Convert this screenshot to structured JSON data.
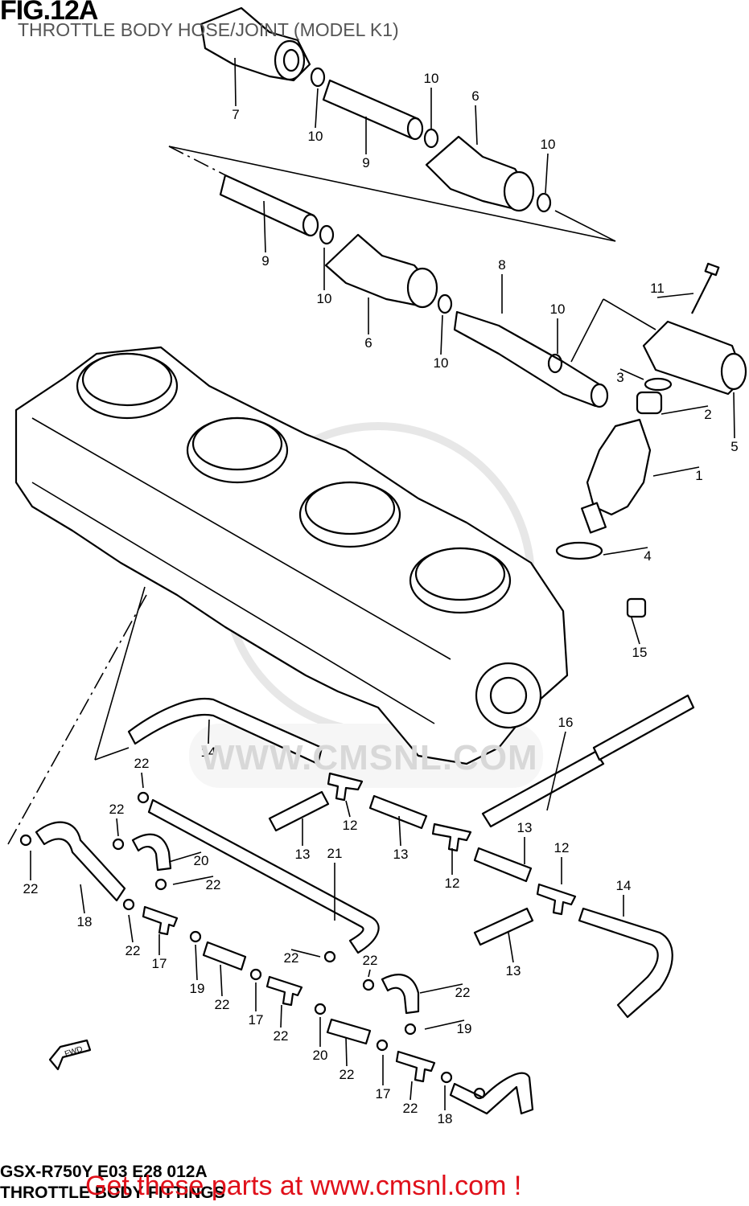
{
  "header": {
    "fig": "FIG.12A",
    "subtitle": "THROTTLE BODY HOSE/JOINT (MODEL K1)"
  },
  "footer": {
    "code": "GSX-R750Y E03 E28 012A",
    "name": "THROTTLE BODY FITTINGS",
    "cta": "Get these parts at www.cmsnl.com !"
  },
  "watermark": "WWW.CMSNL.COM",
  "fwd_label": "FWD",
  "callouts": [
    "7",
    "10",
    "9",
    "10",
    "6",
    "10",
    "9",
    "10",
    "6",
    "8",
    "10",
    "10",
    "11",
    "3",
    "2",
    "5",
    "1",
    "4",
    "15",
    "16",
    "14",
    "22",
    "22",
    "22",
    "20",
    "22",
    "18",
    "22",
    "17",
    "12",
    "13",
    "13",
    "12",
    "13",
    "12",
    "14",
    "13",
    "21",
    "22",
    "22",
    "19",
    "22",
    "17",
    "22",
    "20",
    "22",
    "19",
    "22",
    "17",
    "22",
    "18"
  ]
}
